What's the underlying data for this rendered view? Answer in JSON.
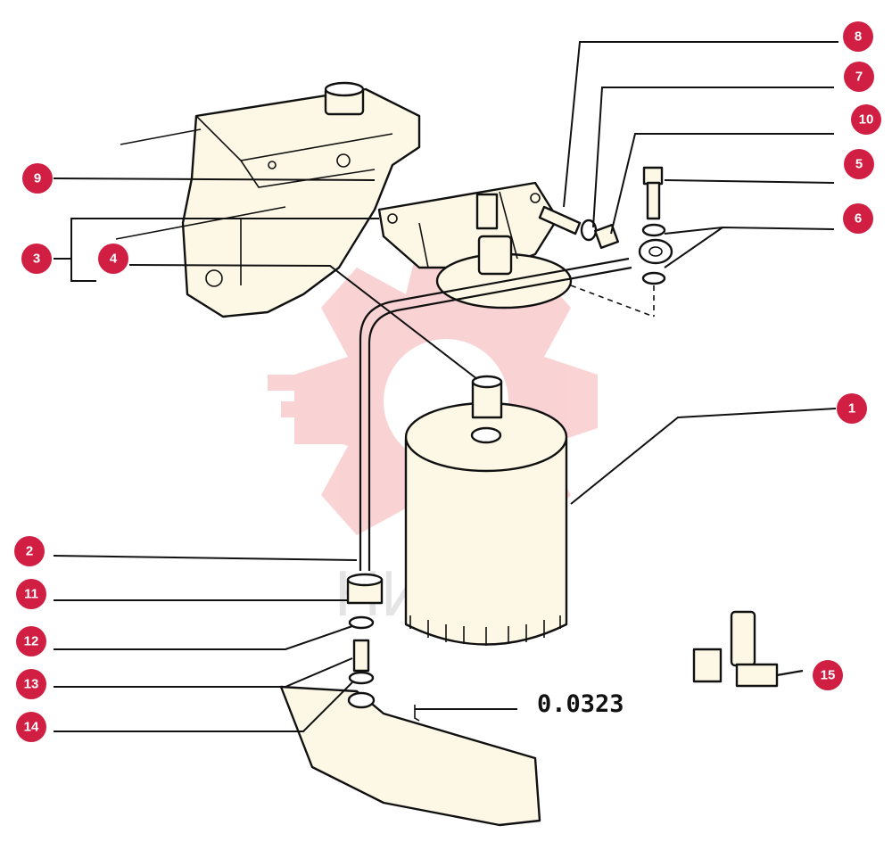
{
  "drawing_number": "0.0323",
  "watermark_text": "НИТЕХ",
  "accent_color": "#d11f43",
  "callouts": {
    "c1": "1",
    "c2": "2",
    "c3": "3",
    "c4": "4",
    "c5": "5",
    "c6": "6",
    "c7": "7",
    "c8": "8",
    "c9": "9",
    "c10": "10",
    "c11": "11",
    "c12": "12",
    "c13": "13",
    "c14": "14",
    "c15": "15"
  }
}
